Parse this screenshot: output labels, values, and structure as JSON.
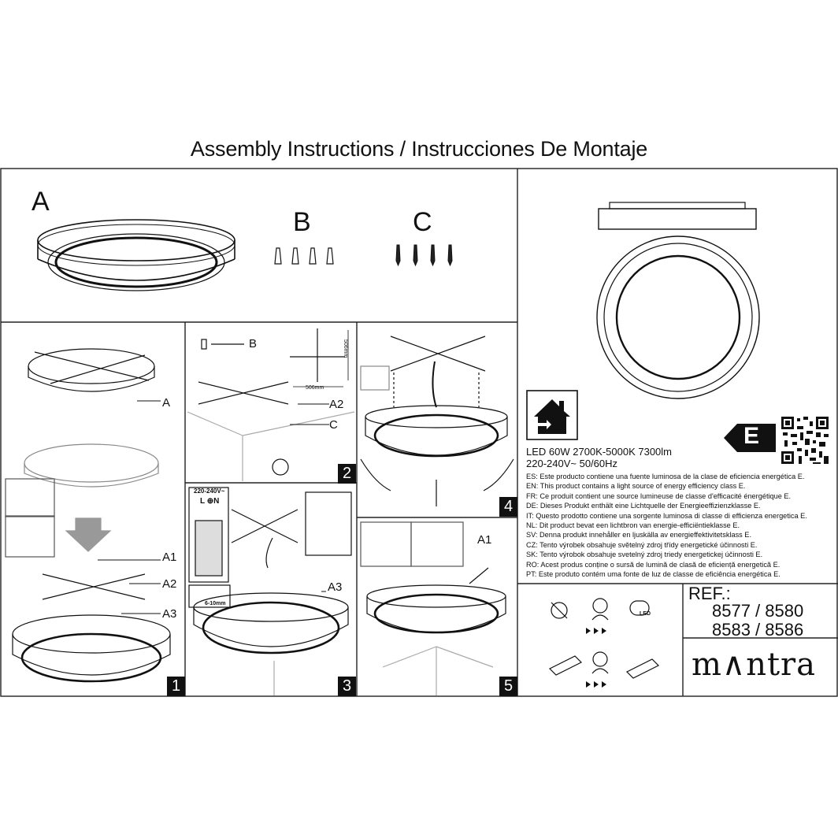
{
  "page": {
    "title": "Assembly Instructions / Instrucciones De Montaje"
  },
  "parts": {
    "a": "A",
    "b": "B",
    "c": "C"
  },
  "step1": {
    "number": "1",
    "labels": [
      "A",
      "A1",
      "A2",
      "A3"
    ]
  },
  "step2": {
    "number": "2",
    "labels": [
      "B",
      "A2",
      "C"
    ],
    "dim_width": "506mm",
    "dim_height": "506mm"
  },
  "step3": {
    "number": "3",
    "voltage": "220-240V~",
    "terminal": "L ⊕N",
    "strip": "6-10mm",
    "label": "A3"
  },
  "step4": {
    "number": "4"
  },
  "step5": {
    "number": "5",
    "label": "A1"
  },
  "product": {
    "energy_class": "E",
    "spec_line1": "LED 60W 2700K-5000K 7300lm",
    "spec_line2": "220-240V~ 50/60Hz",
    "energy_statements": [
      "ES: Este producto contiene una fuente luminosa de la clase de eficiencia energética E.",
      "EN: This product contains a light source of energy efficiency class E.",
      "FR: Ce produit contient une source lumineuse de classe d'efficacité énergétique E.",
      "DE: Dieses Produkt enthält eine Lichtquelle der Energieeffizienzklasse E.",
      "IT: Questo prodotto contiene una sorgente luminosa di classe di efficienza energetica E.",
      "NL: Dit product bevat een lichtbron van energie-efficiëntieklasse E.",
      "SV: Denna produkt innehåller en ljuskälla av energieffektivitetsklass E.",
      "CZ: Tento výrobek obsahuje světelný zdroj třídy energetické účinnosti E.",
      "SK: Tento výrobok obsahuje svetelný zdroj triedy energetickej účinnosti E.",
      "RO: Acest produs conține o sursă de lumină de clasă de eficiență energetică E.",
      "PT: Este produto contém uma fonte de luz de classe de eficiência energética E."
    ],
    "led_icon": "LED",
    "ref_label": "REF.:",
    "ref_line1": "8577 / 8580",
    "ref_line2": "8583 / 8586",
    "brand": "m∧ntra"
  },
  "colors": {
    "ink": "#111111",
    "brand_accent": "#d6c51c"
  },
  "icons": [
    "house-plug-icon",
    "energy-label-icon",
    "qr-code-icon",
    "no-replace-icon",
    "technician-icon",
    "led-icon",
    "driver-icon"
  ]
}
